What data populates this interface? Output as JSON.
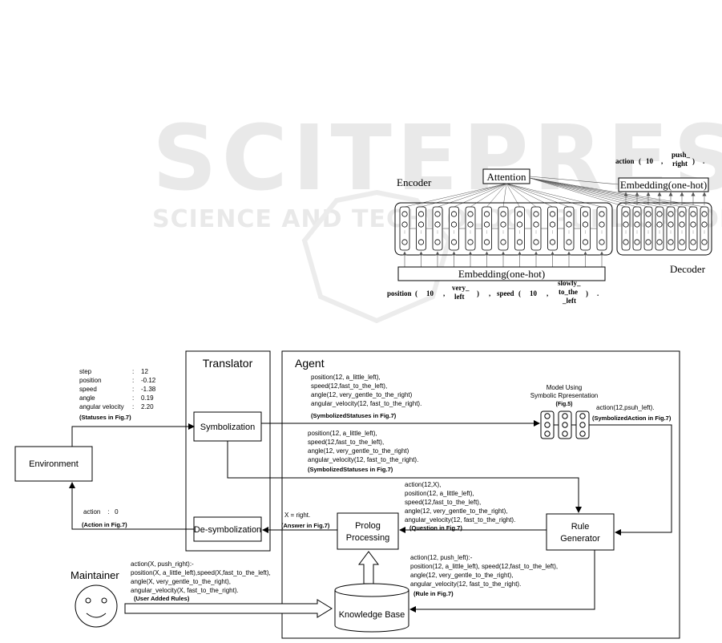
{
  "watermark": {
    "main": "SCITEPRESS",
    "sub": "SCIENCE AND TECHNOLOGY PUBLICATIONS"
  },
  "top_diagram": {
    "encoder_label": "Encoder",
    "attention_label": "Attention",
    "decoder_embedding_label": "Embedding(one-hot)",
    "encoder_embedding_label": "Embedding(one-hot)",
    "decoder_label": "Decoder",
    "decoder_tokens": [
      "action",
      "(",
      "10",
      ",",
      "push_",
      "right",
      ")",
      "."
    ],
    "encoder_tokens": [
      "position",
      "(",
      "10",
      ",",
      "very_",
      "left",
      ")",
      ",",
      "speed",
      "(",
      "10",
      ",",
      "slowly_",
      "to_the",
      "_left",
      ")",
      "."
    ],
    "encoder_cell_count": 13,
    "decoder_cell_count": 8
  },
  "bottom_diagram": {
    "translator_title": "Translator",
    "agent_title": "Agent",
    "environment_label": "Environment",
    "symbolization_label": "Symbolization",
    "desymbolization_label": "De-symbolization",
    "prolog_label": [
      "Prolog",
      "Processing"
    ],
    "rule_generator_label": [
      "Rule",
      "Generator"
    ],
    "knowledge_base_label": "Knowledge Base",
    "maintainer_label": "Maintainer",
    "model_label": [
      "Model Using",
      "Symbolic Rpresentation"
    ],
    "model_fig_ref": "(Fig.5)",
    "statuses": [
      {
        "name": "step",
        "value": "12"
      },
      {
        "name": "position",
        "value": "-0.12"
      },
      {
        "name": "speed",
        "value": "-1.38"
      },
      {
        "name": "angle",
        "value": "0.19"
      },
      {
        "name": "angular velocity",
        "value": "2.20"
      }
    ],
    "statuses_caption": "(Statuses in Fig.7)",
    "symbolized_lines_top": [
      "position(12, a_little_left),",
      "speed(12,fast_to_the_left),",
      "angle(12, very_gentle_to_the_right)",
      "angular_velocity(12, fast_to_the_right)."
    ],
    "symbolized_caption_top": "(SymbolizedStatuses in Fig.7)",
    "symbolized_lines_mid": [
      "position(12, a_little_left),",
      "speed(12,fast_to_the_left),",
      "angle(12, very_gentle_to_the_right)",
      "angular_velocity(12, fast_to_the_right)."
    ],
    "symbolized_caption_mid": "(SymbolizedStatuses in Fig.7)",
    "action_text": "action(12,psuh_left).",
    "action_caption": "(SymbolizedAction in Fig.7)",
    "question_lines": [
      "action(12,X),",
      "position(12, a_little_left),",
      "speed(12,fast_to_the_left),",
      "angle(12, very_gentle_to_the_right),",
      "angular_velocity(12, fast_to_the_right)."
    ],
    "question_caption": "(Question in Fig.7)",
    "answer_text": "X = right.",
    "answer_caption": "(Answer in Fig.7)",
    "env_action_text": "action    :   0",
    "env_action_caption": "(Action in Fig.7)",
    "rule_lines": [
      "action(12, push_left):-",
      "position(12, a_little_left), speed(12,fast_to_the_left),",
      "angle(12, very_gentle_to_the_right),",
      "angular_velocity(12, fast_to_the_right)."
    ],
    "rule_caption": "(Rule in Fig.7)",
    "user_rule_lines": [
      "action(X, push_right):-",
      "position(X, a_little_left),speed(X,fast_to_the_left),",
      "angle(X, very_gentle_to_the_right),",
      "angular_velocity(X, fast_to_the_right)."
    ],
    "user_rule_caption": "(User Added Rules)"
  }
}
